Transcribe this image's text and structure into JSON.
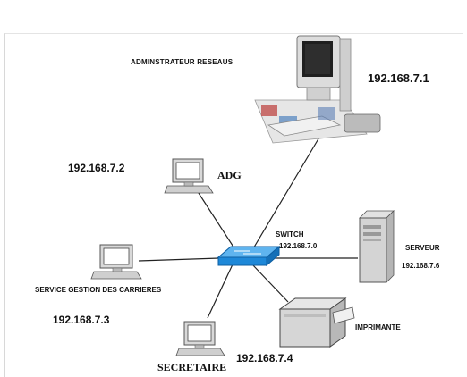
{
  "nodes": {
    "admin": {
      "label": "ADMINSTRATEUR RESEAUS",
      "ip": "192.168.7.1"
    },
    "adg": {
      "label": "ADG",
      "ip": "192.168.7.2"
    },
    "switch": {
      "label": "SWITCH",
      "ip": "192.168.7.0"
    },
    "serveur": {
      "label": "SERVEUR",
      "ip": "192.168.7.6"
    },
    "service": {
      "label": "SERVICE GESTION DES CARRIERES",
      "ip": "192.168.7.3"
    },
    "imprimante": {
      "label": "IMPRIMANTE",
      "ip": "192.168.7.4"
    },
    "secretaire": {
      "label": "SECRETAIRE"
    }
  },
  "colors": {
    "switch": "#1e88d8",
    "link": "#222222",
    "device_body": "#d9d9d9",
    "screen": "#ffffff"
  }
}
